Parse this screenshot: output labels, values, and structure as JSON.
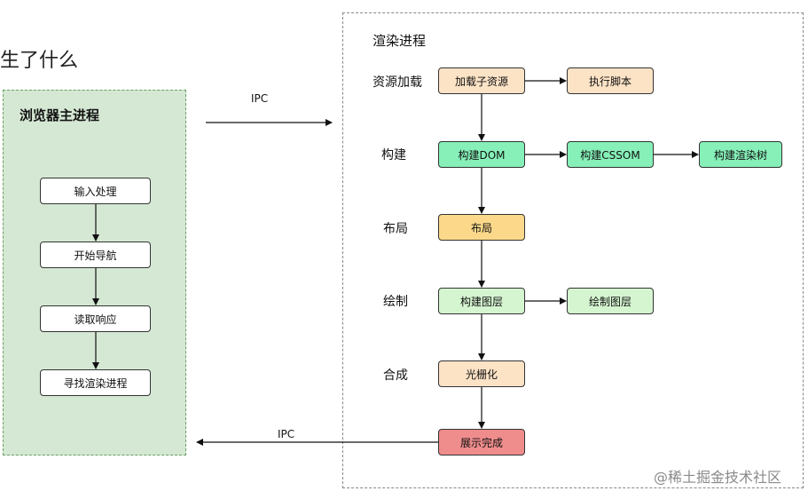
{
  "heading": "生了什么",
  "main_process": {
    "title": "浏览器主进程",
    "steps": [
      "输入处理",
      "开始导航",
      "读取响应",
      "寻找渲染进程"
    ]
  },
  "ipc": {
    "to_renderer": "IPC",
    "to_main": "IPC"
  },
  "renderer": {
    "title": "渲染进程",
    "stages": [
      "资源加载",
      "构建",
      "布局",
      "绘制",
      "合成"
    ],
    "nodes": {
      "load_subresource": "加载子资源",
      "run_script": "执行脚本",
      "build_dom": "构建DOM",
      "build_cssom": "构建CSSOM",
      "build_render_tree": "构建渲染树",
      "layout": "布局",
      "build_layers": "构建图层",
      "paint_layers": "绘制图层",
      "rasterize": "光栅化",
      "display_done": "展示完成"
    }
  },
  "watermark": "@稀土掘金技术社区",
  "colors": {
    "main_panel_bg": "#d5e8d4",
    "orange": "#fde3c6",
    "green": "#86f0b8",
    "yellow": "#fcd98a",
    "light_green": "#d5f5d0",
    "red": "#ef8c8c"
  }
}
